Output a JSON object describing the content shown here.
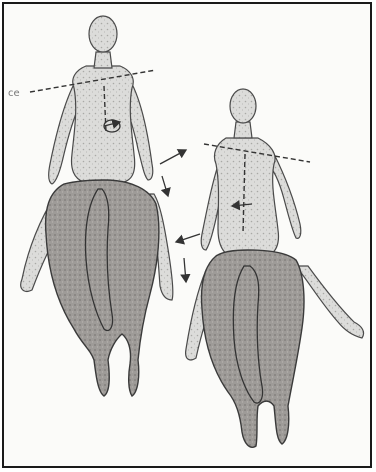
{
  "figure": {
    "border_color": "#1a1a1a",
    "ink_color": "#333333",
    "background": "#fbfbf9"
  },
  "margin_note": {
    "text": "ce"
  },
  "riders": [
    {
      "id": "left",
      "hip_marker": "circle-arrow"
    },
    {
      "id": "right",
      "hip_marker": "arrow-left"
    }
  ],
  "direction_arrows": [
    {
      "id": "up-right"
    },
    {
      "id": "down"
    },
    {
      "id": "left"
    },
    {
      "id": "down-2"
    }
  ]
}
